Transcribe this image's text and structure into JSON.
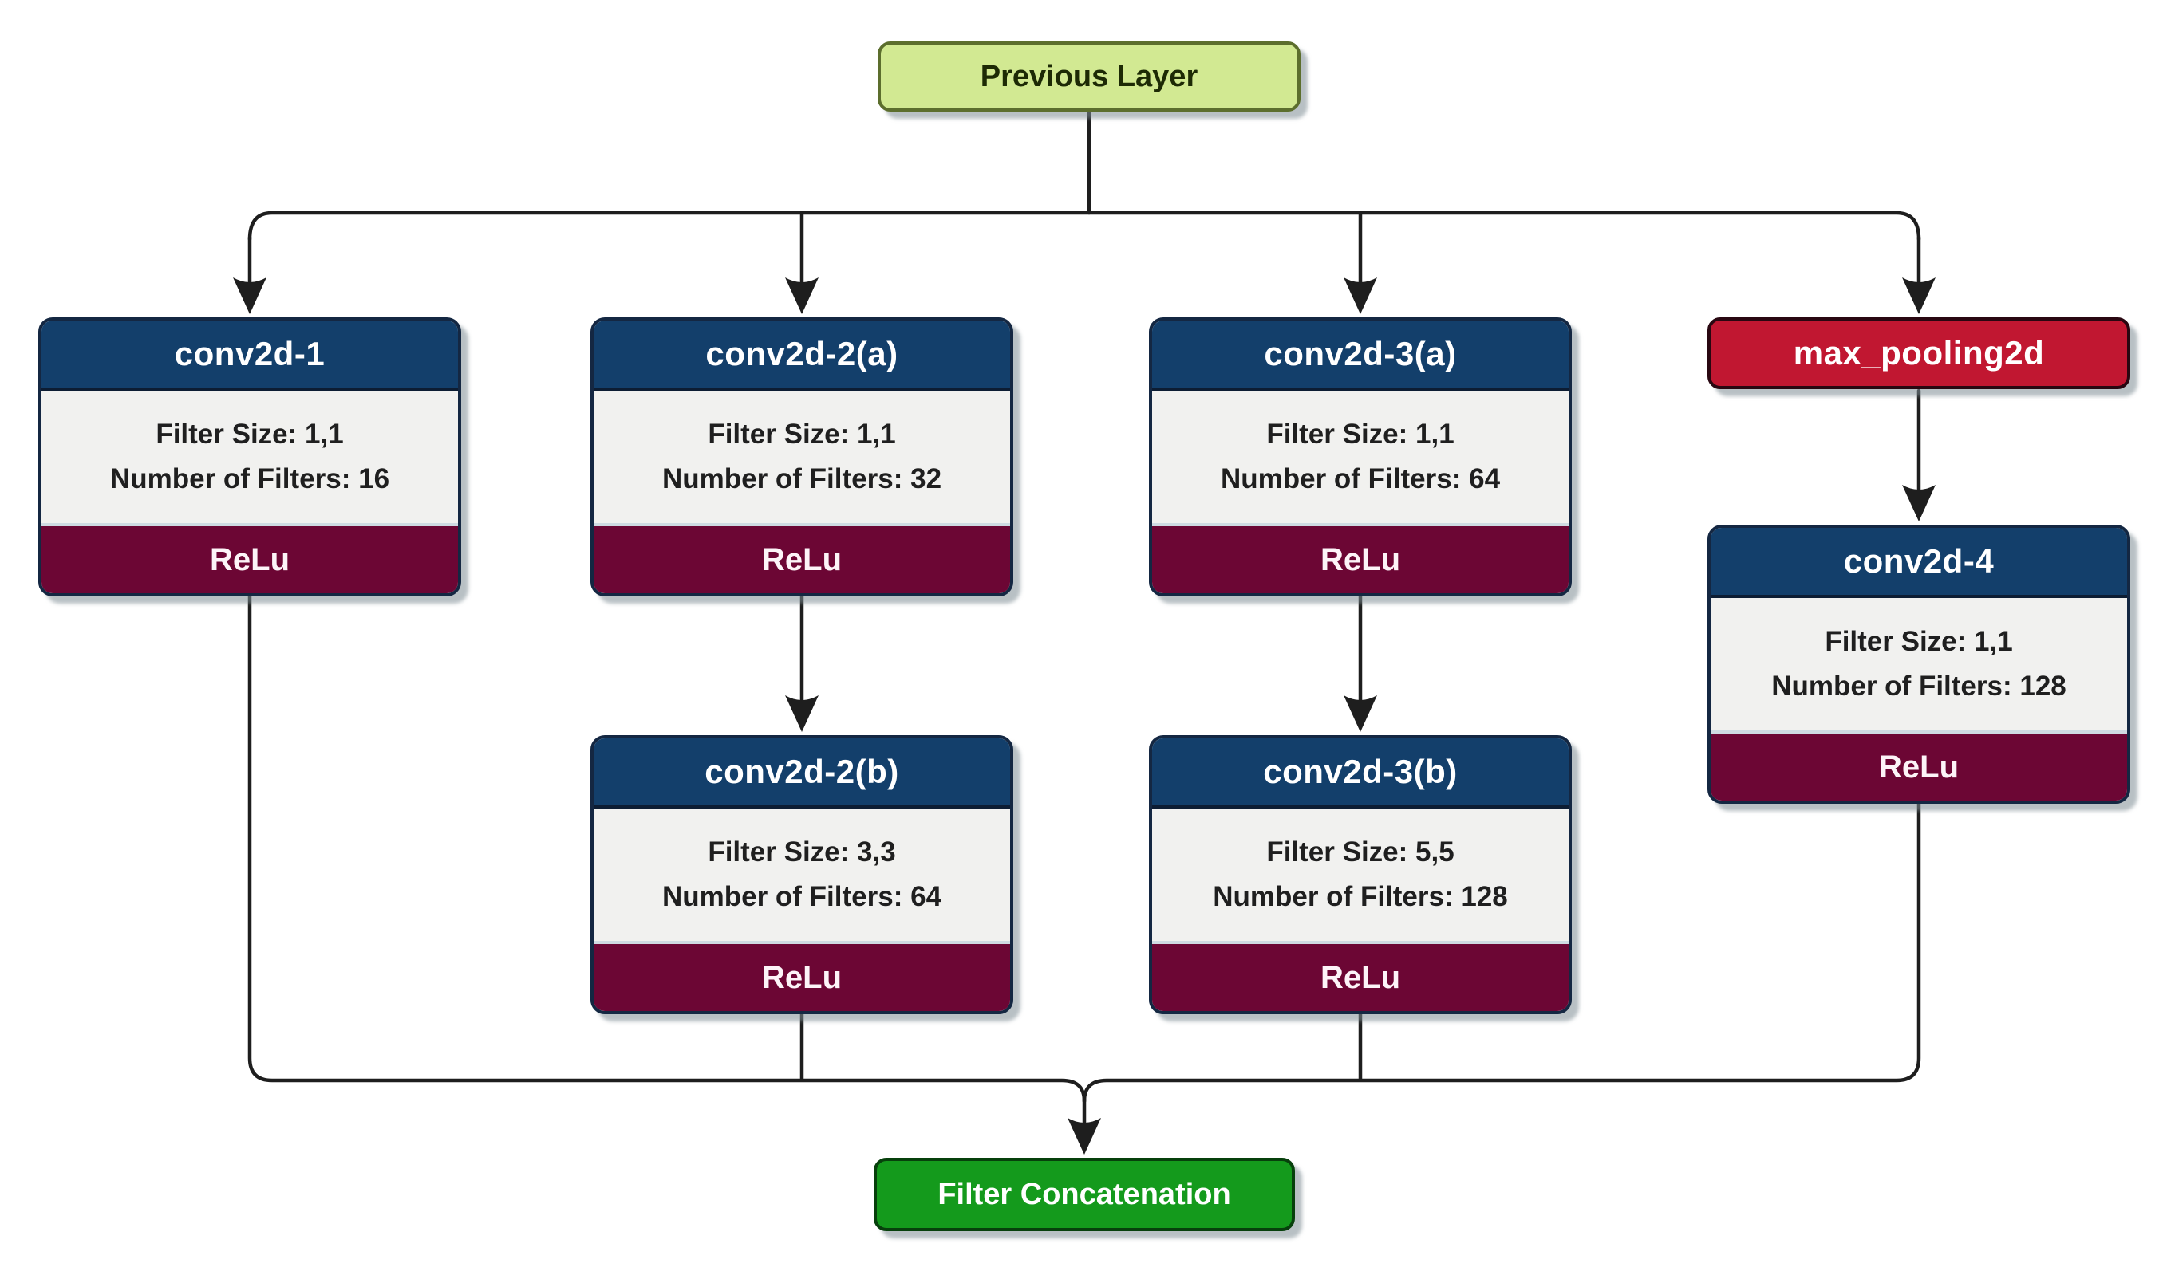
{
  "colors": {
    "header_navy": "#133f6b",
    "relu_maroon": "#6c0634",
    "pool_red": "#c11731",
    "prev_green": "#d2e992",
    "concat_green": "#149a1c",
    "body_gray": "#f1f1ef",
    "line_black": "#1e1e1e"
  },
  "previous_layer": {
    "label": "Previous Layer"
  },
  "max_pooling": {
    "label": "max_pooling2d"
  },
  "filter_concat": {
    "label": "Filter Concatenation"
  },
  "blocks": [
    {
      "title": "conv2d-1",
      "filter_size_label": "Filter Size:",
      "filter_size_value": "1,1",
      "filters_label": "Number of Filters:",
      "filters_value": "16",
      "activation": "ReLu"
    },
    {
      "title": "conv2d-2(a)",
      "filter_size_label": "Filter Size:",
      "filter_size_value": "1,1",
      "filters_label": "Number of Filters:",
      "filters_value": "32",
      "activation": "ReLu"
    },
    {
      "title": "conv2d-2(b)",
      "filter_size_label": "Filter Size:",
      "filter_size_value": "3,3",
      "filters_label": "Number of Filters:",
      "filters_value": "64",
      "activation": "ReLu"
    },
    {
      "title": "conv2d-3(a)",
      "filter_size_label": "Filter Size:",
      "filter_size_value": "1,1",
      "filters_label": "Number of Filters:",
      "filters_value": "64",
      "activation": "ReLu"
    },
    {
      "title": "conv2d-3(b)",
      "filter_size_label": "Filter Size:",
      "filter_size_value": "5,5",
      "filters_label": "Number of Filters:",
      "filters_value": "128",
      "activation": "ReLu"
    },
    {
      "title": "conv2d-4",
      "filter_size_label": "Filter Size:",
      "filter_size_value": "1,1",
      "filters_label": "Number of Filters:",
      "filters_value": "128",
      "activation": "ReLu"
    }
  ]
}
